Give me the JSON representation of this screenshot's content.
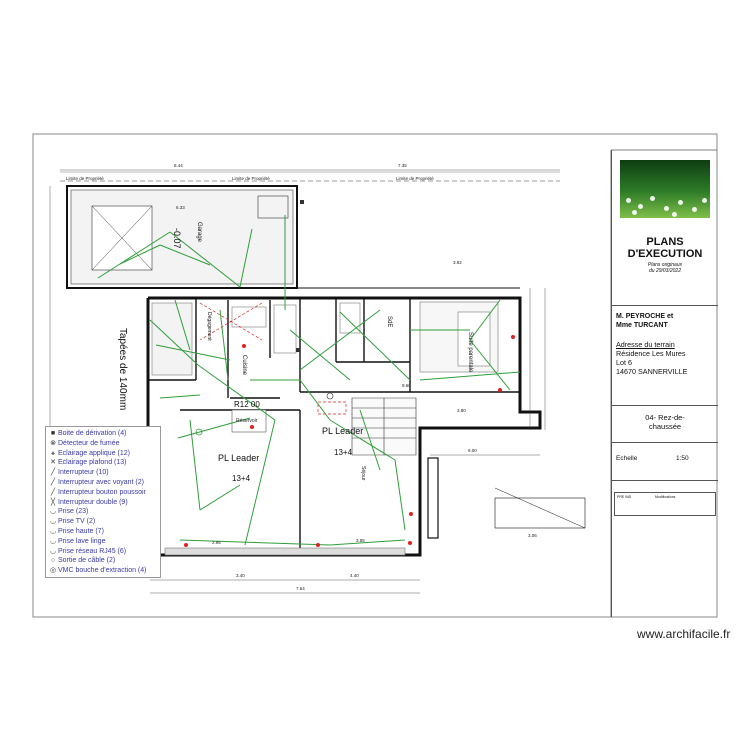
{
  "title_block": {
    "title_line1": "PLANS",
    "title_line2": "D'EXECUTION",
    "subtitle_line1": "Plans originaux",
    "subtitle_line2": "du 29/03/2022",
    "client_line1": "M. PEYROCHE et",
    "client_line2": "Mme TURCANT",
    "address_label": "Adresse du terrain",
    "address_line1": "Résidence Les Mures",
    "address_line2": "Lot 6",
    "address_line3": "14670 SANNERVILLE",
    "plan_name_line1": "04- Rez-de-",
    "plan_name_line2": "chaussée",
    "scale_label": "Echelle",
    "scale_value": "1:50",
    "rev_headers": [
      "PRE  IND",
      "Modifications"
    ]
  },
  "legend": {
    "items": [
      {
        "label": "Boite de dérivation (4)",
        "icon": "■"
      },
      {
        "label": "Détecteur de fumée",
        "icon": "⊗"
      },
      {
        "label": "Eclairage applique (12)",
        "icon": "⚹"
      },
      {
        "label": "Eclairage plafond (13)",
        "icon": "✕"
      },
      {
        "label": "Interrupteur (10)",
        "icon": "╱"
      },
      {
        "label": "Interrupteur avec voyant (2)",
        "icon": "╱"
      },
      {
        "label": "Interrupteur bouton poussoir",
        "icon": "╱"
      },
      {
        "label": "Interrupteur double (9)",
        "icon": "╳"
      },
      {
        "label": "Prise (23)",
        "icon": "◡"
      },
      {
        "label": "Prise TV (2)",
        "icon": "◡"
      },
      {
        "label": "Prise haute (7)",
        "icon": "◡"
      },
      {
        "label": "Prise lave linge",
        "icon": "◡"
      },
      {
        "label": "Prise réseau RJ45 (6)",
        "icon": "◡"
      },
      {
        "label": "Sortie de câble (2)",
        "icon": "○"
      },
      {
        "label": "VMC bouche d'extraction (4)",
        "icon": "◎"
      }
    ]
  },
  "plan": {
    "rooms": {
      "garage": "Garage",
      "degagement": "Dégagement",
      "cuisine": "Cuisine",
      "sdb": "SdE",
      "suite": "Suite parentale",
      "sejour": "Séjour"
    },
    "labels": {
      "tapis": "Tapées de 140mm",
      "pl_leader": "PL Leader",
      "pl_count": "13+4",
      "reservoir_line1": "R12 00",
      "reservoir_line2": "Réservoir",
      "dims": {
        "d_844": "8.44",
        "d_735": "7.35",
        "d_633": "6.33",
        "d_392": "3.92",
        "d_007": "-0.07",
        "d_900": "9.00",
        "d_764": "7.64",
        "d_340": "3.40",
        "d_440": "4.40",
        "d_295": "2.95",
        "d_385": "3.85",
        "d_380": "3.80",
        "d_006": "3.06",
        "d_960": "9.60"
      },
      "limits": "Limite de Propriété"
    }
  },
  "footer": {
    "watermark": "www.archifacile.fr"
  }
}
